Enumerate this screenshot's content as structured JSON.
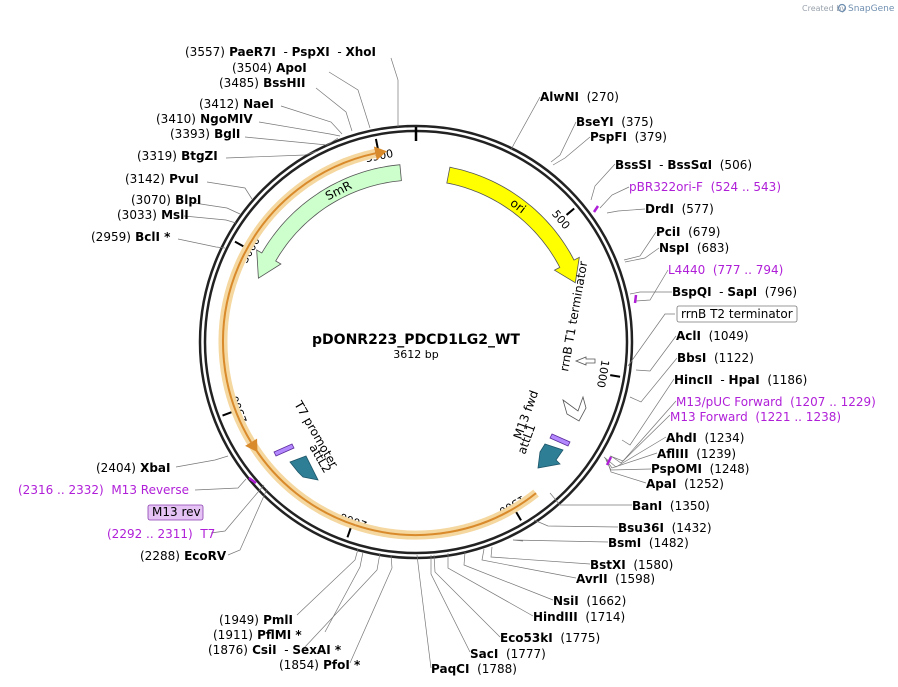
{
  "credit": {
    "prefix": "Created by",
    "brand": "SnapGene"
  },
  "plasmid": {
    "name": "pDONR223_PDCD1LG2_WT",
    "size_label": "3612 bp",
    "length": 3612
  },
  "ticks": [
    {
      "bp": 500,
      "label": "500"
    },
    {
      "bp": 1000,
      "label": "1000"
    },
    {
      "bp": 1500,
      "label": "1500"
    },
    {
      "bp": 2000,
      "label": "2000"
    },
    {
      "bp": 2500,
      "label": "2500"
    },
    {
      "bp": 3000,
      "label": "3000"
    },
    {
      "bp": 3500,
      "label": "3500"
    }
  ],
  "features": [
    {
      "name": "ori",
      "label": "ori",
      "start": 110,
      "end": 698,
      "color": "#ffff00",
      "type": "arrow"
    },
    {
      "name": "smr",
      "label": "SmR",
      "start": 2930,
      "end": 3560,
      "color": "#ccffcc",
      "type": "arrow"
    },
    {
      "name": "ccdb-region",
      "label": "",
      "start": 1420,
      "end": 3490,
      "color": "#f5d7a0",
      "type": "band"
    },
    {
      "name": "rrnb-t1",
      "label": "rrnB T1 terminator",
      "color": "#ffffff",
      "type": "terminator"
    },
    {
      "name": "m13-fwd",
      "label": "M13 fwd",
      "color": "#b388ff",
      "type": "primer"
    },
    {
      "name": "attl1",
      "label": "attL1",
      "color": "#2e7e96",
      "type": "arrow"
    },
    {
      "name": "t7-promoter",
      "label": "T7 promoter",
      "color": "#ffffff",
      "type": "promoter"
    },
    {
      "name": "attl2",
      "label": "attL2",
      "color": "#2e7e96",
      "type": "arrow"
    }
  ],
  "labels": [
    {
      "name": "paer7i",
      "parts": [
        {
          "t": "(3557)",
          "c": "pos"
        },
        {
          "t": " PaeR7I",
          "c": "en"
        },
        {
          "t": "  - ",
          "c": "pos"
        },
        {
          "t": "PspXI",
          "c": "en"
        },
        {
          "t": "  - ",
          "c": "pos"
        },
        {
          "t": "XhoI",
          "c": "en"
        }
      ]
    },
    {
      "name": "apoi",
      "parts": [
        {
          "t": "(3504)",
          "c": "pos"
        },
        {
          "t": " ApoI",
          "c": "en"
        }
      ]
    },
    {
      "name": "bsshii",
      "parts": [
        {
          "t": "(3485)",
          "c": "pos"
        },
        {
          "t": " BssHII",
          "c": "en"
        }
      ]
    },
    {
      "name": "naei",
      "parts": [
        {
          "t": "(3412)",
          "c": "pos"
        },
        {
          "t": " NaeI",
          "c": "en"
        }
      ]
    },
    {
      "name": "ngomiv",
      "parts": [
        {
          "t": "(3410)",
          "c": "pos"
        },
        {
          "t": " NgoMIV",
          "c": "en"
        }
      ]
    },
    {
      "name": "bgli",
      "parts": [
        {
          "t": "(3393)",
          "c": "pos"
        },
        {
          "t": " BglI",
          "c": "en"
        }
      ]
    },
    {
      "name": "btgzi",
      "parts": [
        {
          "t": "(3319)",
          "c": "pos"
        },
        {
          "t": " BtgZI",
          "c": "en"
        }
      ]
    },
    {
      "name": "pvui",
      "parts": [
        {
          "t": "(3142)",
          "c": "pos"
        },
        {
          "t": " PvuI",
          "c": "en"
        }
      ]
    },
    {
      "name": "blpi",
      "parts": [
        {
          "t": "(3070)",
          "c": "pos"
        },
        {
          "t": " BlpI",
          "c": "en"
        }
      ]
    },
    {
      "name": "msli",
      "parts": [
        {
          "t": "(3033)",
          "c": "pos"
        },
        {
          "t": " MslI",
          "c": "en"
        }
      ]
    },
    {
      "name": "bcli",
      "parts": [
        {
          "t": "(2959)",
          "c": "pos"
        },
        {
          "t": " BclI *",
          "c": "en"
        }
      ]
    },
    {
      "name": "xbai",
      "parts": [
        {
          "t": "(2404)",
          "c": "pos"
        },
        {
          "t": " XbaI",
          "c": "en"
        }
      ]
    },
    {
      "name": "m13-reverse",
      "parts": [
        {
          "t": "(2316 .. 2332)",
          "c": "prm"
        },
        {
          "t": "  M13 Reverse",
          "c": "prm"
        }
      ]
    },
    {
      "name": "t7",
      "parts": [
        {
          "t": "(2292 .. 2311)",
          "c": "prm"
        },
        {
          "t": "  T7",
          "c": "prm"
        }
      ]
    },
    {
      "name": "ecorv",
      "parts": [
        {
          "t": "(2288)",
          "c": "pos"
        },
        {
          "t": " EcoRV",
          "c": "en"
        }
      ]
    },
    {
      "name": "pmli",
      "parts": [
        {
          "t": "(1949)",
          "c": "pos"
        },
        {
          "t": " PmlI",
          "c": "en"
        }
      ]
    },
    {
      "name": "pflmi",
      "parts": [
        {
          "t": "(1911)",
          "c": "pos"
        },
        {
          "t": " PflMI *",
          "c": "en"
        }
      ]
    },
    {
      "name": "csii",
      "parts": [
        {
          "t": "(1876)",
          "c": "pos"
        },
        {
          "t": " CsiI",
          "c": "en"
        },
        {
          "t": "  - ",
          "c": "pos"
        },
        {
          "t": "SexAI *",
          "c": "en"
        }
      ]
    },
    {
      "name": "pfoi",
      "parts": [
        {
          "t": "(1854)",
          "c": "pos"
        },
        {
          "t": " PfoI *",
          "c": "en"
        }
      ]
    },
    {
      "name": "paqci",
      "parts": [
        {
          "t": "PaqCI",
          "c": "en"
        },
        {
          "t": "  (1788)",
          "c": "pos"
        }
      ]
    },
    {
      "name": "saci",
      "parts": [
        {
          "t": "SacI",
          "c": "en"
        },
        {
          "t": "  (1777)",
          "c": "pos"
        }
      ]
    },
    {
      "name": "eco53ki",
      "parts": [
        {
          "t": "Eco53kI",
          "c": "en"
        },
        {
          "t": "  (1775)",
          "c": "pos"
        }
      ]
    },
    {
      "name": "hindiii",
      "parts": [
        {
          "t": "HindIII",
          "c": "en"
        },
        {
          "t": "  (1714)",
          "c": "pos"
        }
      ]
    },
    {
      "name": "nsii",
      "parts": [
        {
          "t": "NsiI",
          "c": "en"
        },
        {
          "t": "  (1662)",
          "c": "pos"
        }
      ]
    },
    {
      "name": "avrii",
      "parts": [
        {
          "t": "AvrII",
          "c": "en"
        },
        {
          "t": "  (1598)",
          "c": "pos"
        }
      ]
    },
    {
      "name": "bstxi",
      "parts": [
        {
          "t": "BstXI",
          "c": "en"
        },
        {
          "t": "  (1580)",
          "c": "pos"
        }
      ]
    },
    {
      "name": "bsmi",
      "parts": [
        {
          "t": "BsmI",
          "c": "en"
        },
        {
          "t": "  (1482)",
          "c": "pos"
        }
      ]
    },
    {
      "name": "bsu36i",
      "parts": [
        {
          "t": "Bsu36I",
          "c": "en"
        },
        {
          "t": "  (1432)",
          "c": "pos"
        }
      ]
    },
    {
      "name": "bani",
      "parts": [
        {
          "t": "BanI",
          "c": "en"
        },
        {
          "t": "  (1350)",
          "c": "pos"
        }
      ]
    },
    {
      "name": "apai",
      "parts": [
        {
          "t": "ApaI",
          "c": "en"
        },
        {
          "t": "  (1252)",
          "c": "pos"
        }
      ]
    },
    {
      "name": "pspomi",
      "parts": [
        {
          "t": "PspOMI",
          "c": "en"
        },
        {
          "t": "  (1248)",
          "c": "pos"
        }
      ]
    },
    {
      "name": "afliii",
      "parts": [
        {
          "t": "AflIII",
          "c": "en"
        },
        {
          "t": "  (1239)",
          "c": "pos"
        }
      ]
    },
    {
      "name": "ahdi",
      "parts": [
        {
          "t": "AhdI",
          "c": "en"
        },
        {
          "t": "  (1234)",
          "c": "pos"
        }
      ]
    },
    {
      "name": "m13-forward",
      "parts": [
        {
          "t": "M13 Forward",
          "c": "prm"
        },
        {
          "t": "  (1221 .. 1238)",
          "c": "prm"
        }
      ]
    },
    {
      "name": "m13-puc-forward",
      "parts": [
        {
          "t": "M13/pUC Forward",
          "c": "prm"
        },
        {
          "t": "  (1207 .. 1229)",
          "c": "prm"
        }
      ]
    },
    {
      "name": "hincii",
      "parts": [
        {
          "t": "HincII",
          "c": "en"
        },
        {
          "t": "  - ",
          "c": "pos"
        },
        {
          "t": "HpaI",
          "c": "en"
        },
        {
          "t": "  (1186)",
          "c": "pos"
        }
      ]
    },
    {
      "name": "bbsi",
      "parts": [
        {
          "t": "BbsI",
          "c": "en"
        },
        {
          "t": "  (1122)",
          "c": "pos"
        }
      ]
    },
    {
      "name": "acli",
      "parts": [
        {
          "t": "AclI",
          "c": "en"
        },
        {
          "t": "  (1049)",
          "c": "pos"
        }
      ]
    },
    {
      "name": "bspqi",
      "parts": [
        {
          "t": "BspQI",
          "c": "en"
        },
        {
          "t": "  - ",
          "c": "pos"
        },
        {
          "t": "SapI",
          "c": "en"
        },
        {
          "t": "  (796)",
          "c": "pos"
        }
      ]
    },
    {
      "name": "l4440",
      "parts": [
        {
          "t": "L4440",
          "c": "prm"
        },
        {
          "t": "  (777 .. 794)",
          "c": "prm"
        }
      ]
    },
    {
      "name": "nspi",
      "parts": [
        {
          "t": "NspI",
          "c": "en"
        },
        {
          "t": "  (683)",
          "c": "pos"
        }
      ]
    },
    {
      "name": "pcii",
      "parts": [
        {
          "t": "PciI",
          "c": "en"
        },
        {
          "t": "  (679)",
          "c": "pos"
        }
      ]
    },
    {
      "name": "drdi",
      "parts": [
        {
          "t": "DrdI",
          "c": "en"
        },
        {
          "t": "  (577)",
          "c": "pos"
        }
      ]
    },
    {
      "name": "pbr322ori-f",
      "parts": [
        {
          "t": "pBR322ori-F",
          "c": "prm"
        },
        {
          "t": "  (524 .. 543)",
          "c": "prm"
        }
      ]
    },
    {
      "name": "bsssi",
      "parts": [
        {
          "t": "BssSI",
          "c": "en"
        },
        {
          "t": "  - ",
          "c": "pos"
        },
        {
          "t": "BssSαI",
          "c": "en"
        },
        {
          "t": "  (506)",
          "c": "pos"
        }
      ]
    },
    {
      "name": "pspfi",
      "parts": [
        {
          "t": "PspFI",
          "c": "en"
        },
        {
          "t": "  (379)",
          "c": "pos"
        }
      ]
    },
    {
      "name": "bseyi",
      "parts": [
        {
          "t": "BseYI",
          "c": "en"
        },
        {
          "t": "  (375)",
          "c": "pos"
        }
      ]
    },
    {
      "name": "alwni",
      "parts": [
        {
          "t": "AlwNI",
          "c": "en"
        },
        {
          "t": "  (270)",
          "c": "pos"
        }
      ]
    }
  ],
  "boxed_labels": {
    "rrnb_t2": "rrnB T2 terminator",
    "m13_rev": "M13 rev"
  }
}
